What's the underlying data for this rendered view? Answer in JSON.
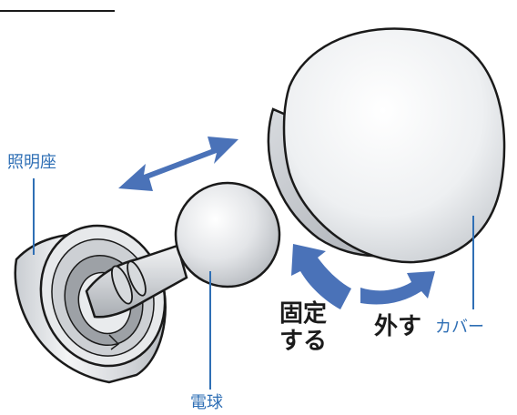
{
  "labels": {
    "socket": "照明座",
    "bulb": "電球",
    "cover": "カバー",
    "fix_line1": "固定",
    "fix_line2": "する",
    "remove": "外す"
  },
  "colors": {
    "callout_blue": "#2f6fb5",
    "arrow_blue": "#4a72b8",
    "outline": "#1a1a1a",
    "text_black": "#1b1b1b"
  }
}
